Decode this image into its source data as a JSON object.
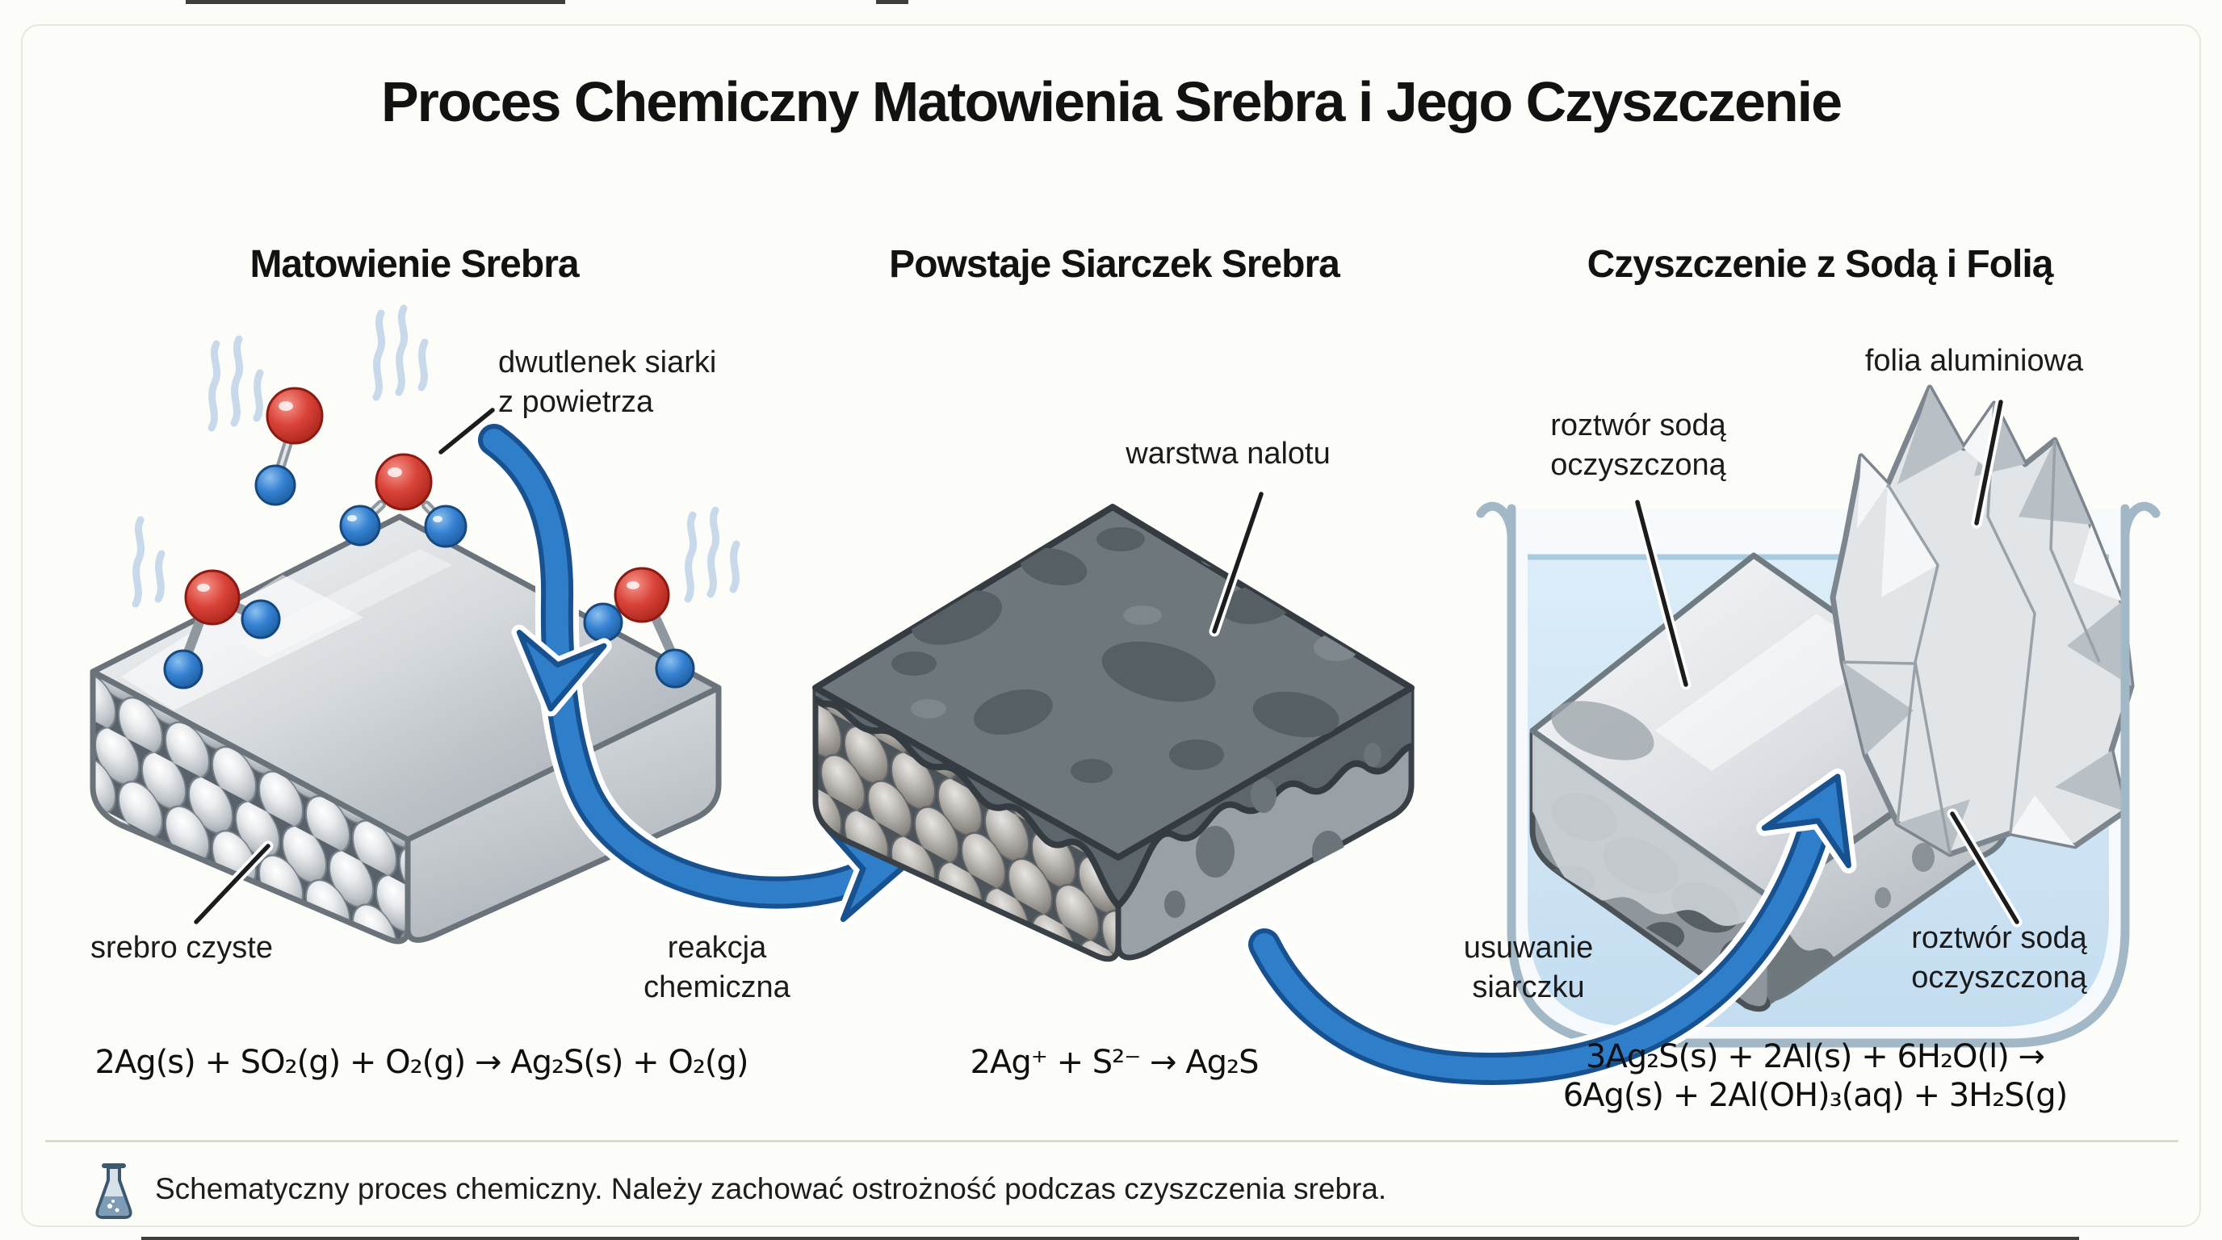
{
  "title": "Proces Chemiczny Matowienia Srebra i Jego Czyszczenie",
  "panel1": {
    "header": "Matowienie Srebra",
    "so2_label_line1": "dwutlenek siarki",
    "so2_label_line2": "z powietrza",
    "silver_label": "srebro czyste",
    "arrow_label_line1": "reakcja",
    "arrow_label_line2": "chemiczna",
    "equation": "2Ag(s) + SO₂(g) + O₂(g) → Ag₂S(s) + O₂(g)"
  },
  "panel2": {
    "header": "Powstaje Siarczek Srebra",
    "tarnish_label": "warstwa nalotu",
    "arrow_label_line1": "usuwanie",
    "arrow_label_line2": "siarczku",
    "equation": "2Ag⁺ + S²⁻ → Ag₂S"
  },
  "panel3": {
    "header": "Czyszczenie z Sodą i Folią",
    "solution_top_line1": "roztwór sodą",
    "solution_top_line2": "oczyszczoną",
    "foil_label": "folia aluminiowa",
    "solution_bottom_line1": "roztwór sodą",
    "solution_bottom_line2": "oczyszczoną",
    "equation_line1": "3Ag₂S(s) + 2Al(s) + 6H₂O(l) →",
    "equation_line2": "6Ag(s) + 2Al(OH)₃(aq) + 3H₂S(g)"
  },
  "footer": {
    "note": "Schematyczny proces chemiczny. Należy zachować ostrożność podczas czyszczenia srebra."
  },
  "colors": {
    "arrow_blue": "#2f7ec9",
    "arrow_outline": "#17518f",
    "molecule_red": "#d23a2f",
    "molecule_blue": "#2f7fd0",
    "water_blue": "#cfe4f4",
    "tarnish_gray": "#5d666b",
    "silver_light": "#e9ebee"
  }
}
